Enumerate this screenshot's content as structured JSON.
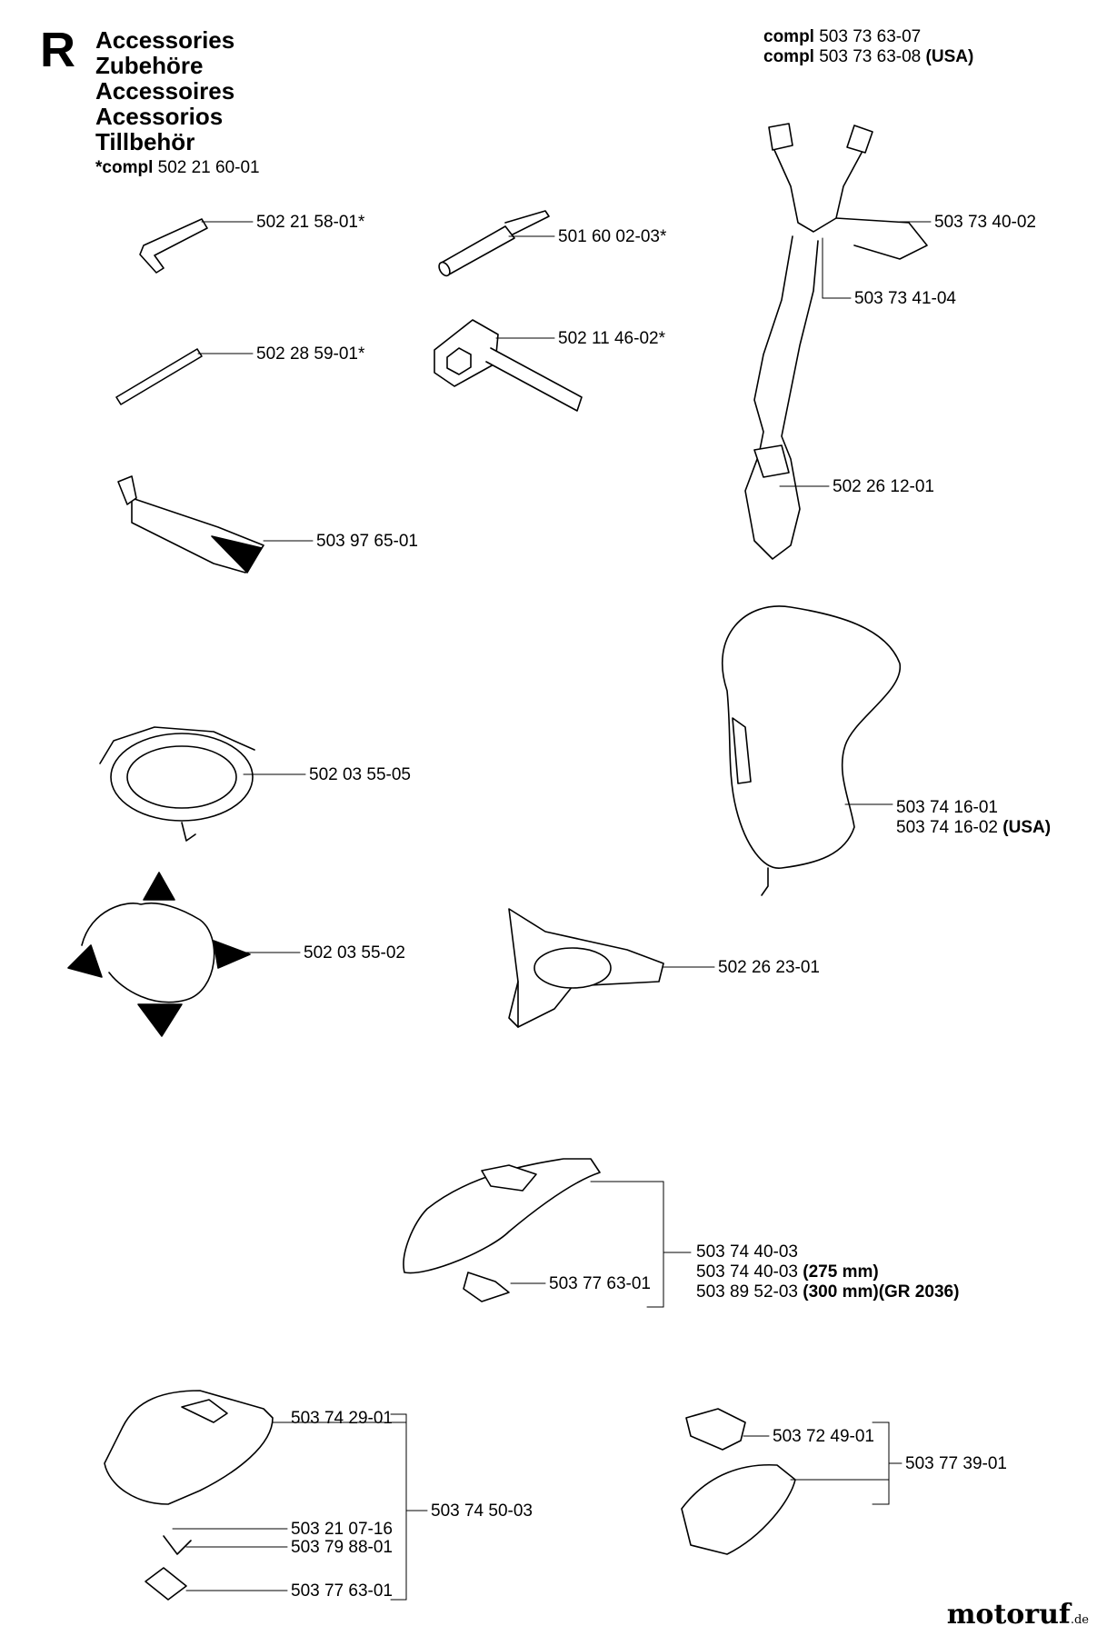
{
  "section_letter": "R",
  "titles": [
    "Accessories",
    "Zubehöre",
    "Accessoires",
    "Acessorios",
    "Tillbehör"
  ],
  "compl_note": {
    "prefix": "*compl",
    "number": "502 21 60-01"
  },
  "harness_compl": [
    {
      "prefix": "compl",
      "number": "503 73 63-07",
      "suffix": ""
    },
    {
      "prefix": "compl",
      "number": "503 73 63-08",
      "suffix": "(USA)"
    }
  ],
  "labels": {
    "p1": "502 21 58-01*",
    "p2": "501 60 02-03*",
    "p3": "502 28 59-01*",
    "p4": "502 11 46-02*",
    "p5": "503 97 65-01",
    "p6": "503 73 40-02",
    "p7": "503 73 41-04",
    "p8": "502 26 12-01",
    "p9": "502 03 55-05",
    "p10a": "503 74 16-01",
    "p10b": "503 74 16-02",
    "p10b_suffix": "(USA)",
    "p11": "502 03 55-02",
    "p12": "502 26 23-01",
    "p13": "503 77 63-01",
    "p14a": "503 74 40-03",
    "p14b": "503 74 40-03",
    "p14b_suffix": "(275 mm)",
    "p14c": "503 89 52-03",
    "p14c_suffix": "(300 mm)(GR 2036)",
    "p15": "503 74 29-01",
    "p16": "503 21 07-16",
    "p17": "503 79 88-01",
    "p18": "503 77 63-01",
    "p19": "503 74 50-03",
    "p20": "503 72 49-01",
    "p21": "503 77 39-01"
  },
  "brand": {
    "name": "motoruf",
    "tld": ".de"
  }
}
